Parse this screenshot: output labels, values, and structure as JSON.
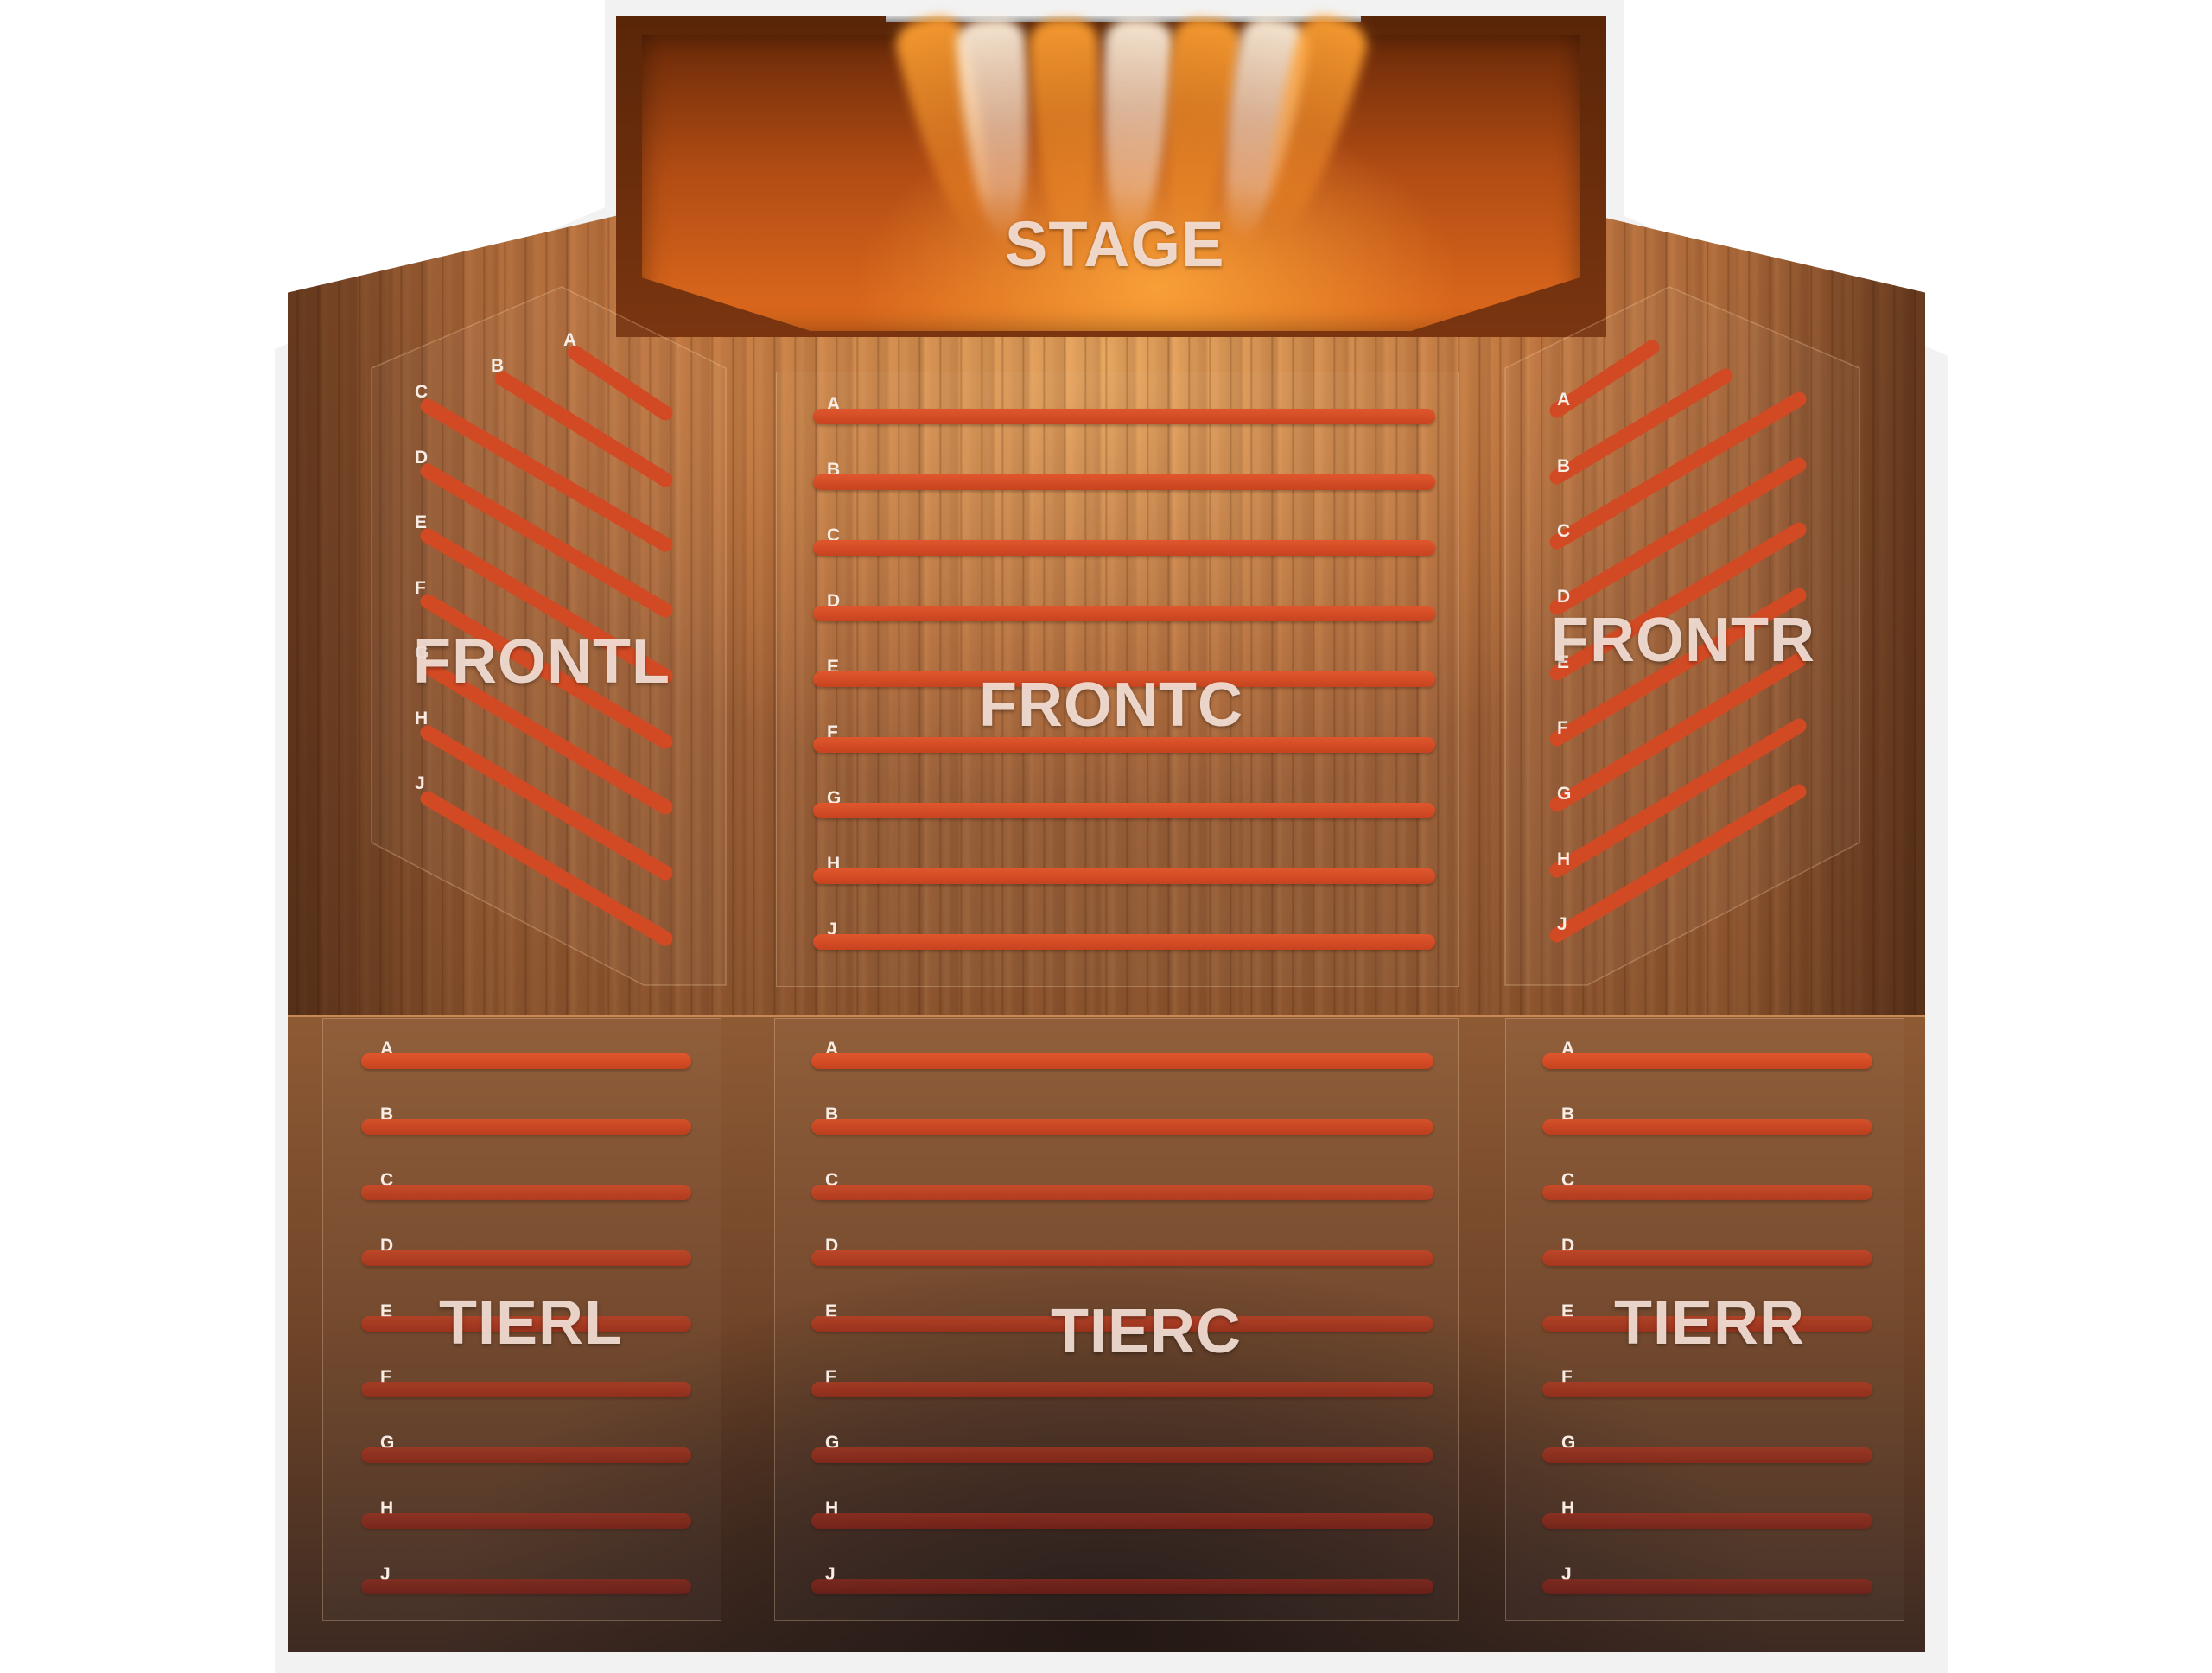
{
  "stage": {
    "label": "STAGE"
  },
  "sections": {
    "frontl": {
      "label": "FRONTL",
      "rows": [
        "A",
        "B",
        "C",
        "D",
        "E",
        "F",
        "G",
        "H",
        "J"
      ]
    },
    "frontc": {
      "label": "FRONTC",
      "rows": [
        "A",
        "B",
        "C",
        "D",
        "E",
        "F",
        "G",
        "H",
        "J"
      ]
    },
    "frontr": {
      "label": "FRONTR",
      "rows": [
        "A",
        "B",
        "C",
        "D",
        "E",
        "F",
        "G",
        "H",
        "J"
      ]
    },
    "tierl": {
      "label": "TIERL",
      "rows": [
        "A",
        "B",
        "C",
        "D",
        "E",
        "F",
        "G",
        "H",
        "J"
      ]
    },
    "tierc": {
      "label": "TIERC",
      "rows": [
        "A",
        "B",
        "C",
        "D",
        "E",
        "F",
        "G",
        "H",
        "J"
      ]
    },
    "tierr": {
      "label": "TIERR",
      "rows": [
        "A",
        "B",
        "C",
        "D",
        "E",
        "F",
        "G",
        "H",
        "J"
      ]
    }
  },
  "colors": {
    "row_bar": "#d24a24",
    "stage": "#e06b1d",
    "floor": "#a4653a"
  }
}
